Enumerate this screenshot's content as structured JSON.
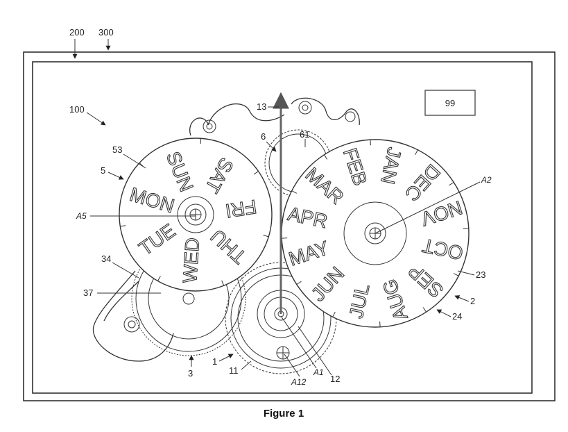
{
  "figure": {
    "caption": "Figure 1",
    "box_label": "99",
    "reference_labels": {
      "r200": "200",
      "r300": "300",
      "r100": "100",
      "r13": "13",
      "r6": "6",
      "r61": "61",
      "r53": "53",
      "r5": "5",
      "rA5": "A5",
      "rA2": "A2",
      "r34": "34",
      "r37": "37",
      "r23": "23",
      "r2": "2",
      "r24": "24",
      "r3": "3",
      "r1": "1",
      "r11": "11",
      "rA12": "A12",
      "rA1": "A1",
      "r12": "12"
    },
    "day_disc": [
      "SUN",
      "SAT",
      "FRI",
      "THU",
      "WED",
      "TUE",
      "MON"
    ],
    "month_disc": [
      "JAN",
      "DEC",
      "NOV",
      "OCT",
      "SEP",
      "AUG",
      "JUL",
      "JUN",
      "MAY",
      "APR",
      "MAR",
      "FEB"
    ]
  }
}
